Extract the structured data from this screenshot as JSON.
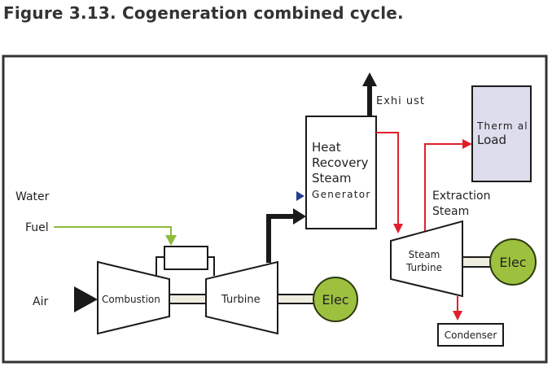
{
  "figure": {
    "title": "Figure 3.13. Cogeneration combined cycle."
  },
  "colors": {
    "frame": "#333333",
    "line": "#1a1a1a",
    "steam_red": "#e01f2d",
    "fuel_green": "#8dbb3c",
    "water_blue": "#233f8f",
    "elec_fill": "#9dc03f",
    "shaft_fill": "#efece0",
    "thermal_load_fill": "#dedded"
  },
  "labels": {
    "water": "Water",
    "fuel": "Fuel",
    "air": "Air",
    "combustion": "Combustion",
    "turbine": "Turbine",
    "elec_gas": "Elec",
    "exhaust": "Exhi ust",
    "hrsg_line1": "Heat",
    "hrsg_line2": "Recovery",
    "hrsg_line3": "Steam",
    "hrsg_line4": "Generator",
    "thermal_line1": "Therm al",
    "thermal_line2": "Load",
    "extraction_line1": "Extraction",
    "extraction_line2": "Steam",
    "steam_turbine_line1": "Steam",
    "steam_turbine_line2": "Turbine",
    "elec_steam": "Elec",
    "condenser": "Condenser"
  }
}
